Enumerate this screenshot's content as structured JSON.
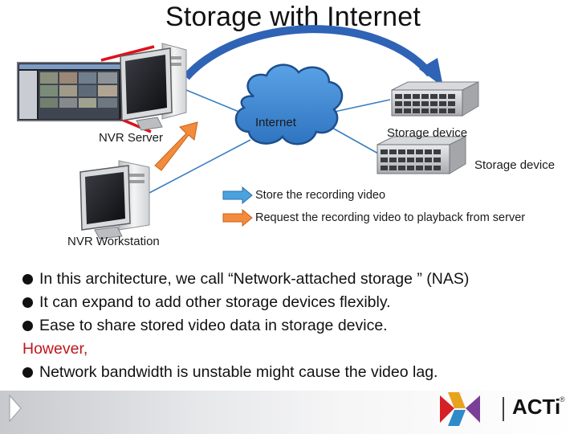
{
  "title": "Storage with Internet",
  "labels": {
    "nvr_server": "NVR Server",
    "internet": "Internet",
    "storage_device_1": "Storage device",
    "storage_device_2": "Storage device",
    "nvr_workstation": "NVR Workstation"
  },
  "legend": [
    {
      "text": "Store the recording video",
      "color": "#4aa3df"
    },
    {
      "text": "Request the recording video to playback from server",
      "color": "#f28c3c"
    }
  ],
  "bullets": [
    {
      "text": "In this architecture, we call “Network-attached storage ” (NAS)",
      "style": "bullet"
    },
    {
      "text": "It can expand to add other storage devices flexibly.",
      "style": "bullet"
    },
    {
      "text": "Ease to share stored video data in storage device.",
      "style": "bullet"
    },
    {
      "text": "However,",
      "style": "red"
    },
    {
      "text": "Network bandwidth is unstable might cause the video lag.",
      "style": "bullet"
    }
  ],
  "brand": {
    "name": "ACTi",
    "mark": "®"
  },
  "colors": {
    "cloud": "#3d86d1",
    "store_arrow": "#4aa3df",
    "request_arrow": "#f28c3c",
    "connector": "#3a7fc2",
    "pointer": "#e0101a",
    "curve_arrow": "#2f63b6",
    "however": "#c0171c"
  },
  "icons": [
    "monitor-screenshot-icon",
    "computer-icon",
    "cloud-icon",
    "storage-server-icon",
    "play-icon",
    "acti-logo-icon"
  ]
}
